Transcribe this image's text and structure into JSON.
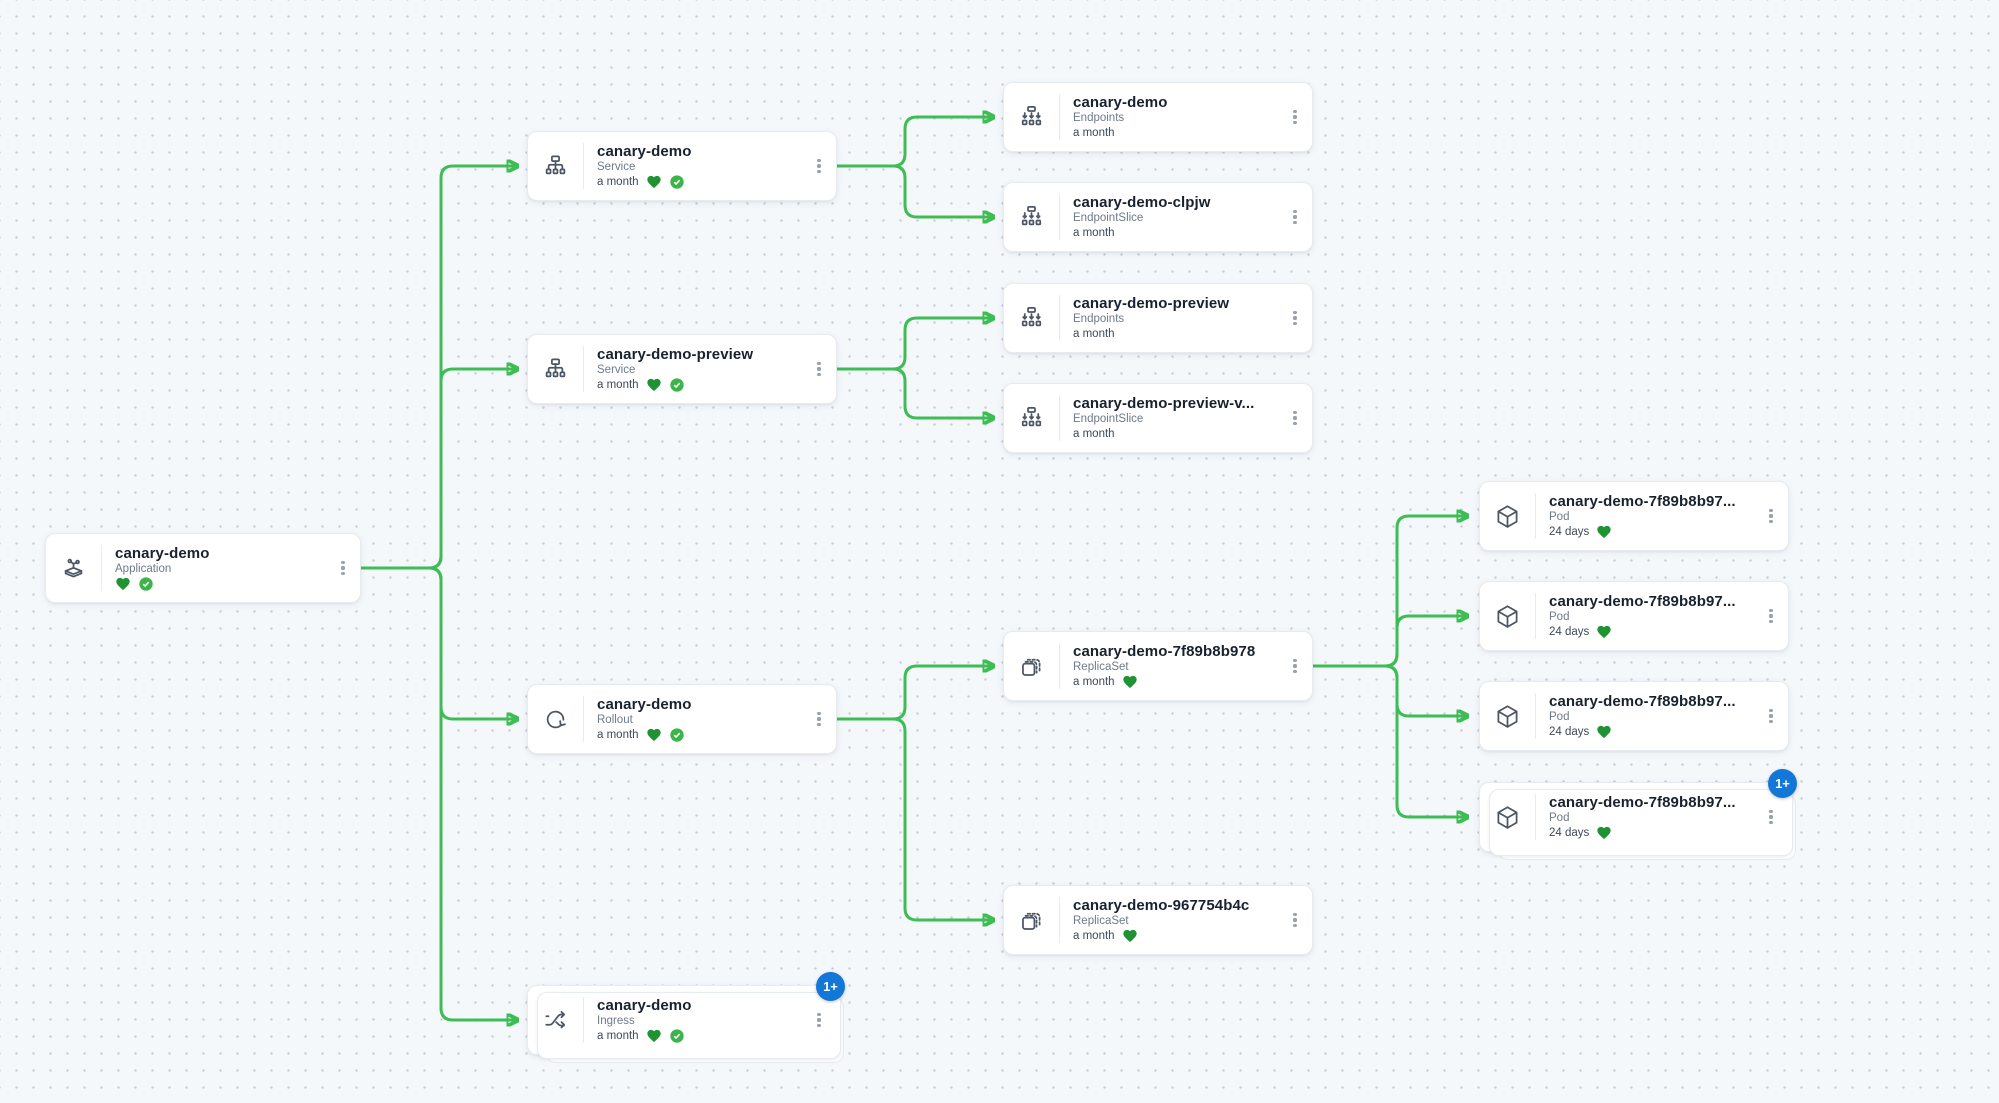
{
  "nodes": [
    {
      "title": "canary-demo",
      "kind": "Application",
      "age": "",
      "health": "heart+check"
    },
    {
      "title": "canary-demo",
      "kind": "Service",
      "age": "a month",
      "health": "heart+check"
    },
    {
      "title": "canary-demo-preview",
      "kind": "Service",
      "age": "a month",
      "health": "heart+check"
    },
    {
      "title": "canary-demo",
      "kind": "Rollout",
      "age": "a month",
      "health": "heart+check"
    },
    {
      "title": "canary-demo",
      "kind": "Ingress",
      "age": "a month",
      "health": "heart+check",
      "badge": "1+"
    },
    {
      "title": "canary-demo",
      "kind": "Endpoints",
      "age": "a month"
    },
    {
      "title": "canary-demo-clpjw",
      "kind": "EndpointSlice",
      "age": "a month"
    },
    {
      "title": "canary-demo-preview",
      "kind": "Endpoints",
      "age": "a month"
    },
    {
      "title": "canary-demo-preview-v...",
      "kind": "EndpointSlice",
      "age": "a month"
    },
    {
      "title": "canary-demo-7f89b8b978",
      "kind": "ReplicaSet",
      "age": "a month",
      "health": "heart"
    },
    {
      "title": "canary-demo-967754b4c",
      "kind": "ReplicaSet",
      "age": "a month",
      "health": "heart"
    },
    {
      "title": "canary-demo-7f89b8b97...",
      "kind": "Pod",
      "age": "24 days",
      "health": "heart"
    },
    {
      "title": "canary-demo-7f89b8b97...",
      "kind": "Pod",
      "age": "24 days",
      "health": "heart"
    },
    {
      "title": "canary-demo-7f89b8b97...",
      "kind": "Pod",
      "age": "24 days",
      "health": "heart"
    },
    {
      "title": "canary-demo-7f89b8b97...",
      "kind": "Pod",
      "age": "24 days",
      "health": "heart",
      "badge": "1+"
    }
  ],
  "colors": {
    "edge": "#3ebd55",
    "heart": "#1f9234",
    "check": "#3bb54a",
    "badge": "#1377d8",
    "icon": "#4b5565",
    "canvas_bg": "#f4f8fb",
    "grid_dot": "#c9d0d9",
    "card_border": "#e6ebf1"
  }
}
